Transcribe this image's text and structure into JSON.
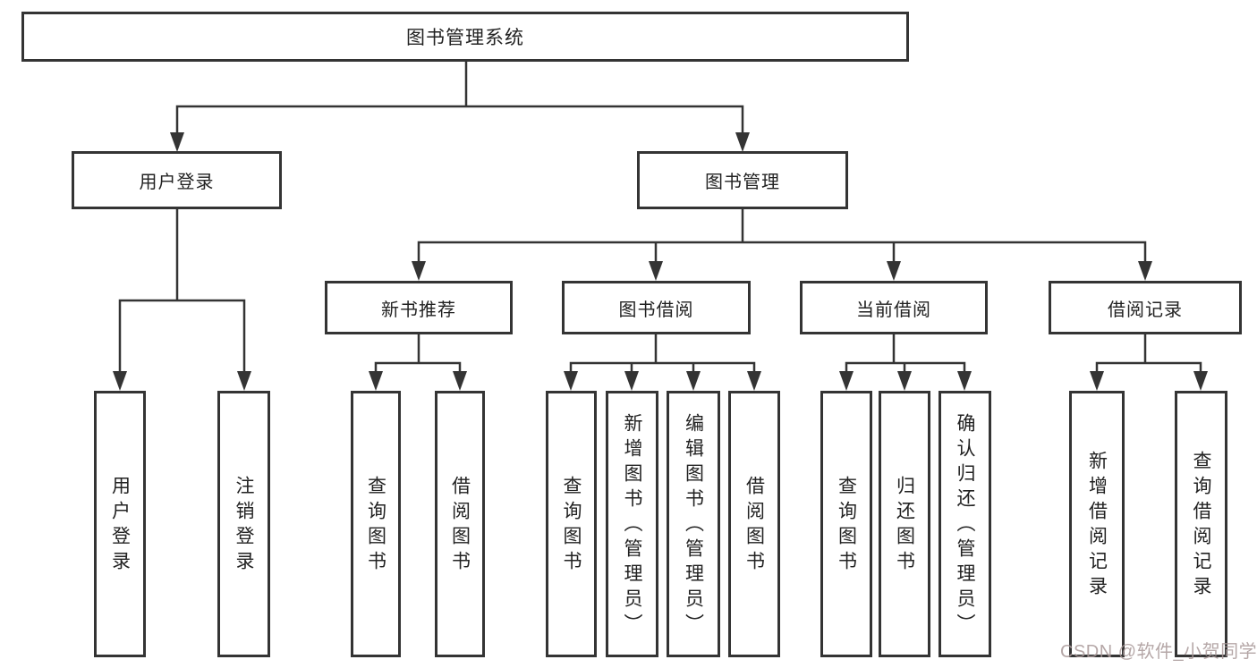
{
  "tree": {
    "root": {
      "label": "图书管理系统"
    },
    "user_login": {
      "label": "用户登录",
      "children": {
        "login": "用户登录",
        "logout": "注销登录"
      }
    },
    "book_management": {
      "label": "图书管理",
      "children": {
        "new_book_recommendation": {
          "label": "新书推荐",
          "children": {
            "query_books": "查询图书",
            "borrow_books": "借阅图书"
          }
        },
        "book_borrowing": {
          "label": "图书借阅",
          "children": {
            "query_books": "查询图书",
            "add_books_admin": "新增图书（管理员）",
            "edit_books_admin": "编辑图书（管理员）",
            "borrow_books": "借阅图书"
          }
        },
        "current_borrowing": {
          "label": "当前借阅",
          "children": {
            "query_books": "查询图书",
            "return_books": "归还图书",
            "confirm_return_admin": "确认归还（管理员）"
          }
        },
        "borrowing_records": {
          "label": "借阅记录",
          "children": {
            "add_record": "新增借阅记录",
            "query_record": "查询借阅记录"
          }
        }
      }
    }
  },
  "watermark": {
    "text": "CSDN @软件_小贺同学"
  },
  "colors": {
    "line": "#343434",
    "box_border": "#343434",
    "text": "#222222",
    "watermark": "#a89898",
    "background": "#ffffff"
  }
}
